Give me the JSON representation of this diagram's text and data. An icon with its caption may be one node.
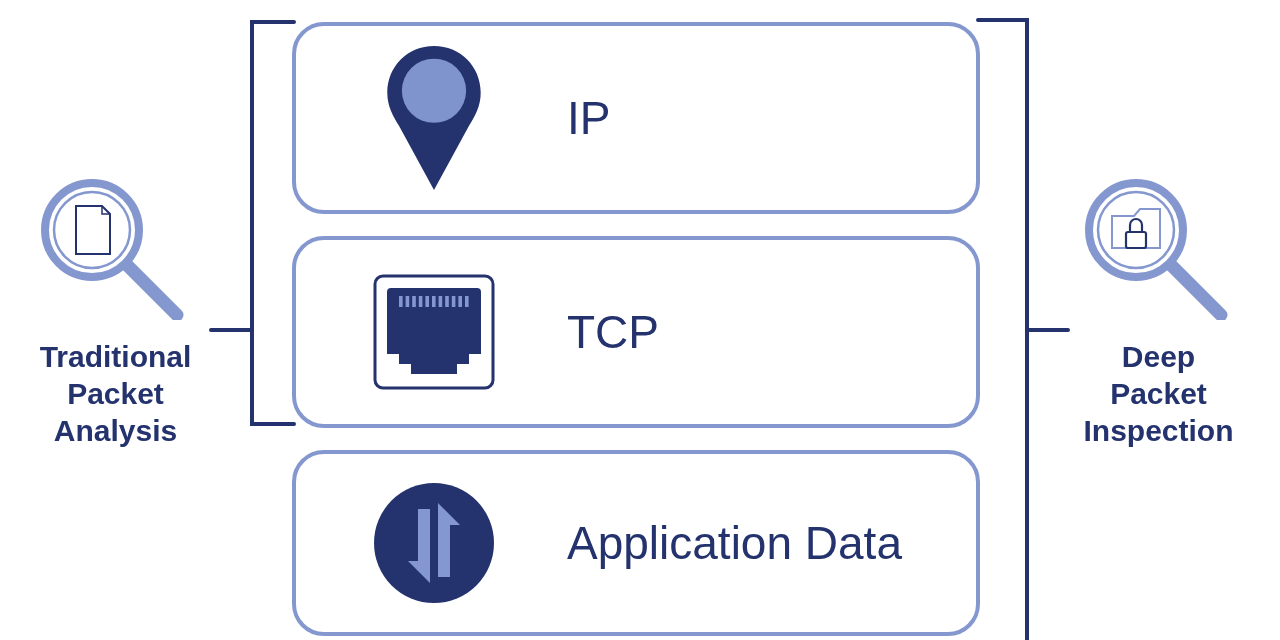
{
  "diagram": {
    "nodes": [
      {
        "text": [
          "IP"
        ]
      },
      {
        "text": [
          "TCP"
        ]
      },
      {
        "text": [
          "Application Data"
        ]
      }
    ],
    "labels": [
      "Traditional Packet Analysis",
      "Deep Packet Inspection"
    ]
  }
}
